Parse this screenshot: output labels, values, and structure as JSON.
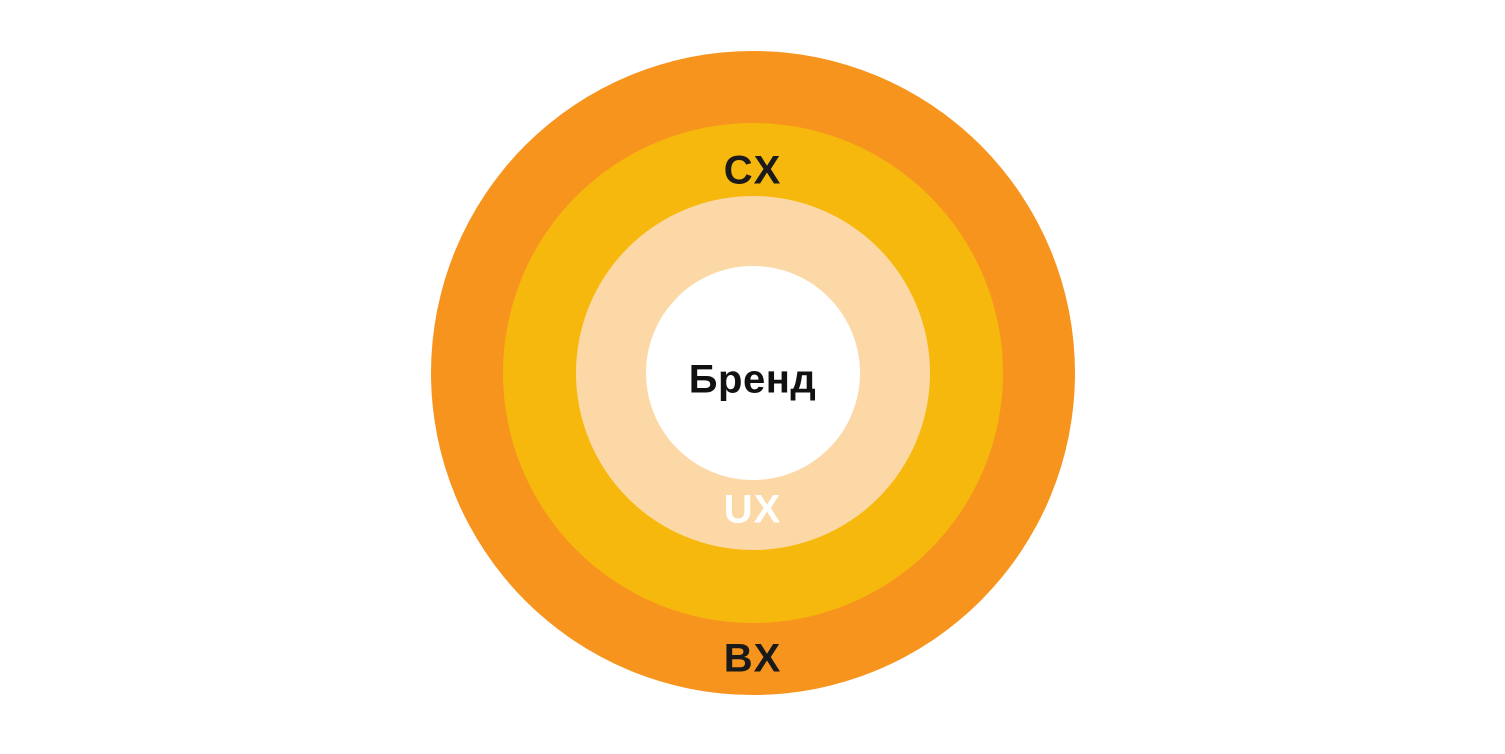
{
  "diagram": {
    "title_concept": "brand-experience-concentric-diagram",
    "background_color": "#FFFFFF",
    "rings": [
      {
        "id": "bx",
        "label": "BX",
        "fill_color": "#F7941E",
        "label_color": "#1A1A1A",
        "level": "outermost"
      },
      {
        "id": "cx",
        "label": "CX",
        "fill_color": "#F6B80D",
        "label_color": "#1A1A1A",
        "level": "second"
      },
      {
        "id": "ux",
        "label": "UX",
        "fill_color": "#FCD8A6",
        "label_color": "#FFFFFF",
        "level": "third"
      },
      {
        "id": "center",
        "label": "Бренд",
        "fill_color": "#FFFFFF",
        "label_color": "#111111",
        "level": "center"
      }
    ]
  }
}
